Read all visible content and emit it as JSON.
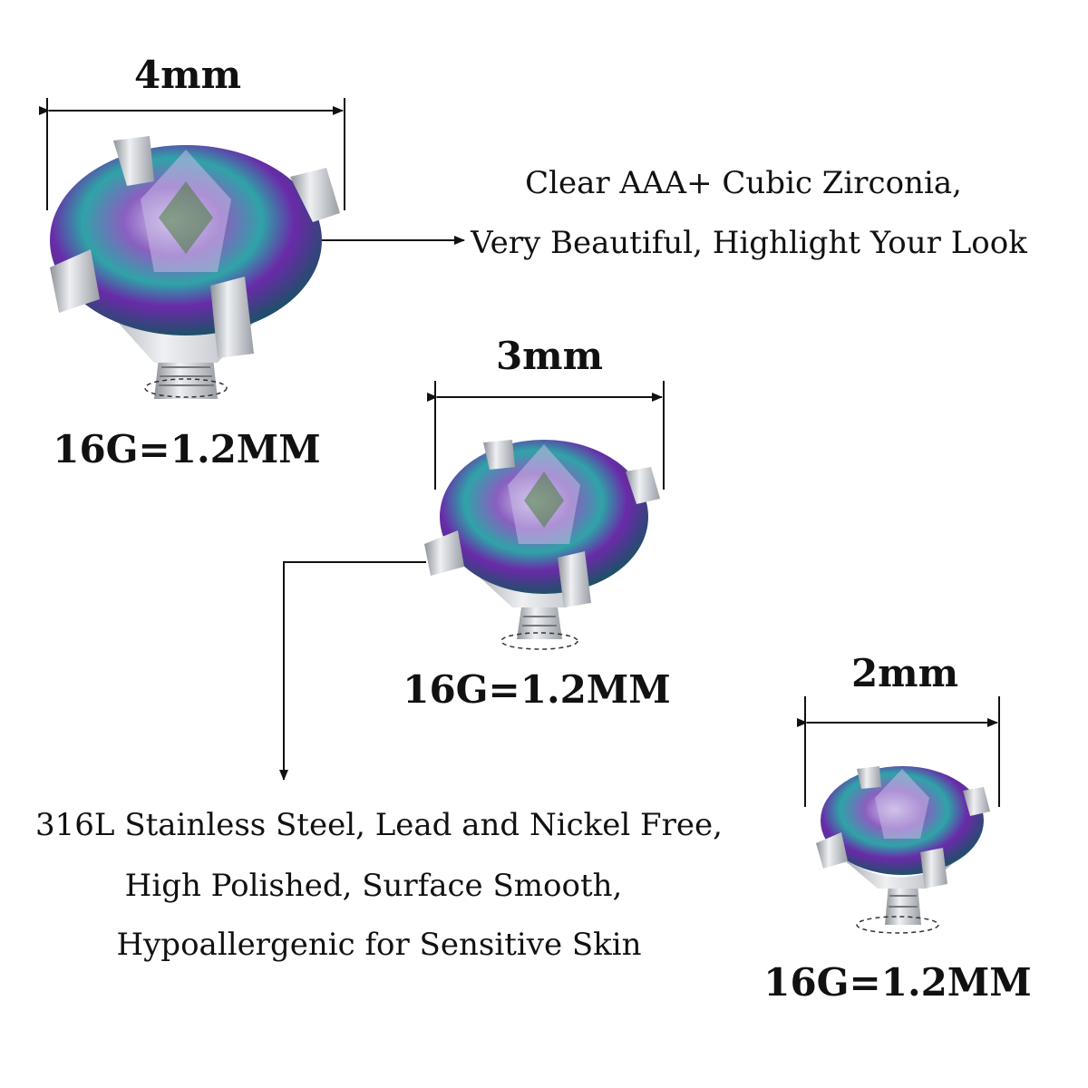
{
  "background": "#ffffff",
  "text_color": "#111111",
  "gem_colors": [
    "#6a2aa8",
    "#2fa3a8",
    "#1f6f7a",
    "#c9b9e6",
    "#3d7a2a",
    "#8a3d8f"
  ],
  "metal_color": "#c9ccd1",
  "products": [
    {
      "size_label": "4mm",
      "gauge_label": "16G=1.2MM"
    },
    {
      "size_label": "3mm",
      "gauge_label": "16G=1.2MM"
    },
    {
      "size_label": "2mm",
      "gauge_label": "16G=1.2MM"
    }
  ],
  "features": {
    "gem": [
      "Clear AAA+ Cubic Zirconia,",
      "Very Beautiful, Highlight Your Look"
    ],
    "steel": [
      "316L Stainless Steel, Lead and Nickel Free,",
      "High Polished, Surface Smooth,",
      "Hypoallergenic for Sensitive Skin"
    ]
  }
}
